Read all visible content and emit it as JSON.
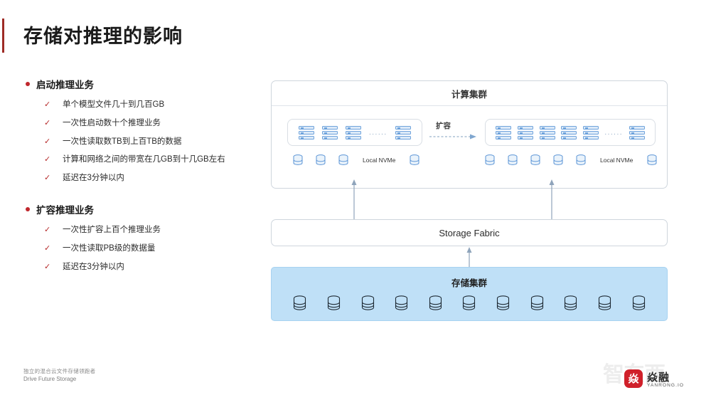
{
  "slide": {
    "title": "存储对推理的影响",
    "accent_color": "#9e2b25"
  },
  "bullets": {
    "groups": [
      {
        "heading": "启动推理业务",
        "items": [
          "单个模型文件几十到几百GB",
          "一次性启动数十个推理业务",
          "一次性读取数TB到上百TB的数据",
          "计算和网络之间的带宽在几GB到十几GB左右",
          "延迟在3分钟以内"
        ]
      },
      {
        "heading": "扩容推理业务",
        "items": [
          "一次性扩容上百个推理业务",
          "一次性读取PB级的数据量",
          "延迟在3分钟以内"
        ]
      }
    ],
    "check_glyph": "✓",
    "bullet_color": "#c0272d",
    "check_color": "#b62a2a"
  },
  "diagram": {
    "compute_cluster": {
      "title": "计算集群",
      "scale_label": "扩容",
      "left_group": {
        "server_count_before_dots": 3,
        "dots": "......",
        "server_count_after_dots": 1,
        "nvme_label": "Local NVMe",
        "nvme_disks_before_label": 3,
        "nvme_disks_after_label": 1
      },
      "right_group": {
        "server_count_before_dots": 5,
        "dots": "......",
        "server_count_after_dots": 1,
        "nvme_label": "Local NVMe",
        "nvme_disks_before_label": 5,
        "nvme_disks_after_label": 1
      }
    },
    "storage_fabric": {
      "label": "Storage Fabric"
    },
    "storage_cluster": {
      "title": "存储集群",
      "disk_count": 11,
      "fill_color": "#bfe0f7"
    }
  },
  "footer": {
    "tagline_cn": "独立的混合云文件存储领跑者",
    "tagline_en": "Drive Future Storage",
    "logo_cn": "焱融",
    "logo_en": "YANRONG.IO",
    "logo_glyph": "焱",
    "watermark": "智东西"
  }
}
